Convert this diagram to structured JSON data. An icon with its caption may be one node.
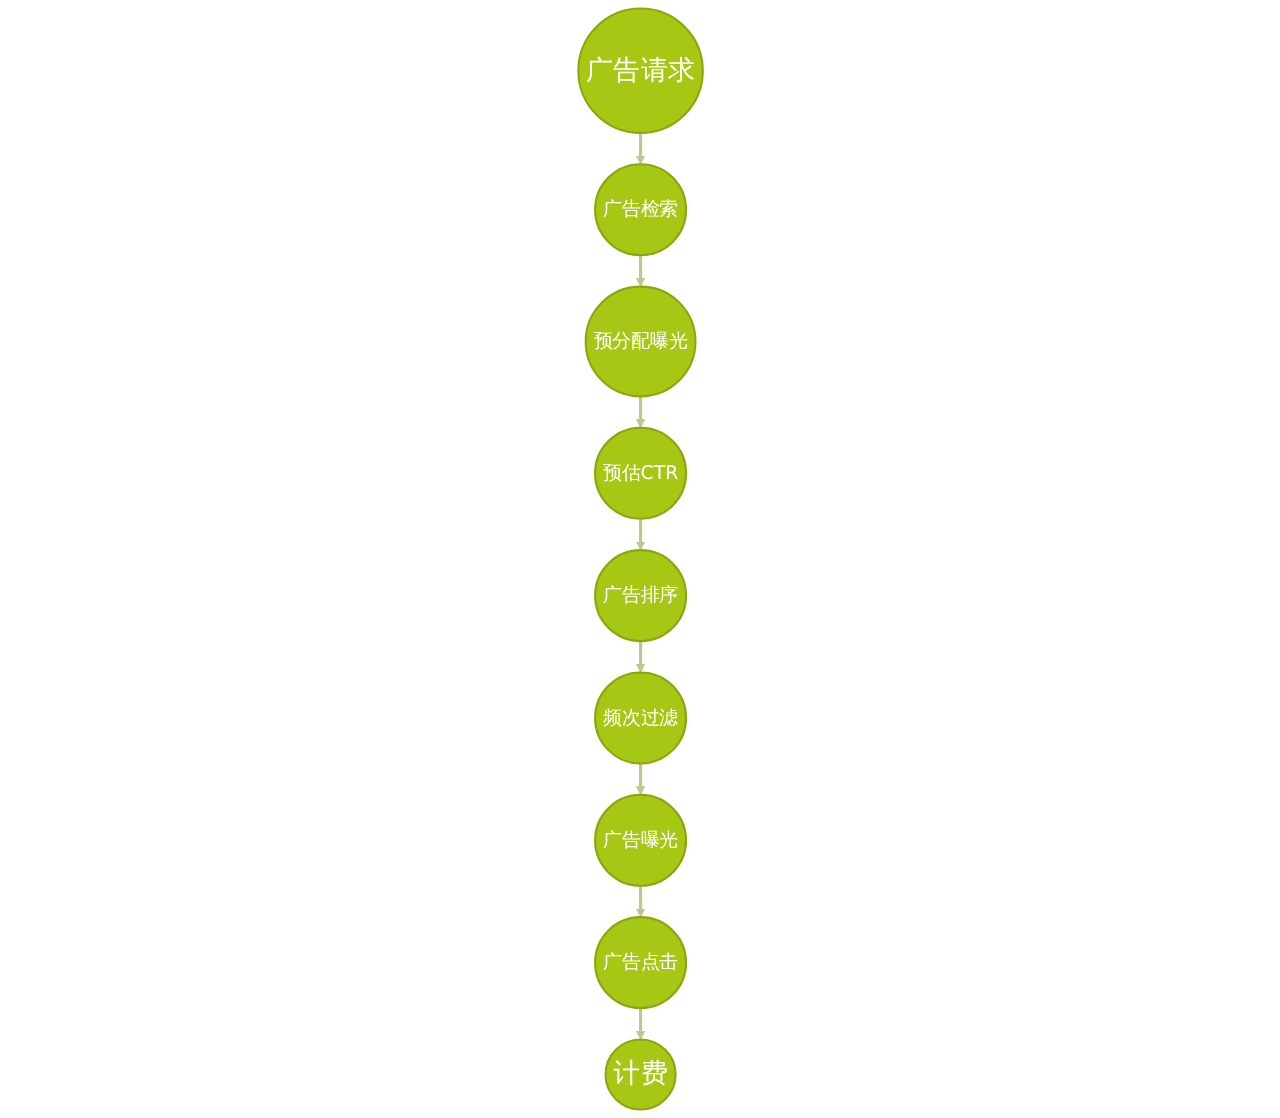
{
  "diagram": {
    "nodes": [
      {
        "text": [
          "广告请求"
        ]
      },
      {
        "text": [
          "频次过滤"
        ]
      },
      {
        "text": [
          "广告曝光"
        ]
      },
      {
        "text": [
          "广告检索"
        ]
      },
      {
        "text": [
          "广告排序"
        ]
      },
      {
        "text": [
          "广告点击"
        ]
      },
      {
        "text": [
          "预分配曝光"
        ]
      },
      {
        "text": [
          "预估CTR"
        ]
      },
      {
        "text": [
          "计费"
        ]
      }
    ],
    "edges": [
      {
        "from": 0,
        "to": 3,
        "arrow": "to"
      },
      {
        "from": 3,
        "to": 6,
        "arrow": "to"
      },
      {
        "from": 6,
        "to": 7,
        "arrow": "to"
      },
      {
        "from": 7,
        "to": 4,
        "arrow": "to"
      },
      {
        "from": 4,
        "to": 1,
        "arrow": "to"
      },
      {
        "from": 1,
        "to": 2,
        "arrow": "to"
      },
      {
        "from": 2,
        "to": 5,
        "arrow": "to"
      },
      {
        "from": 5,
        "to": 8,
        "arrow": "to"
      }
    ]
  }
}
